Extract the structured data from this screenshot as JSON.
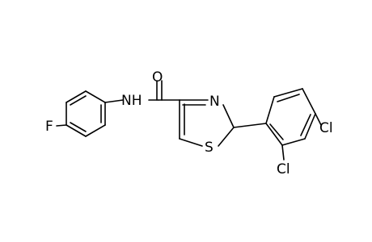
{
  "molecule": {
    "atoms": {
      "nh": "NH",
      "o": "O",
      "n": "N",
      "s": "S",
      "f": "F",
      "cl_top": "Cl",
      "cl_bottom": "Cl"
    }
  }
}
